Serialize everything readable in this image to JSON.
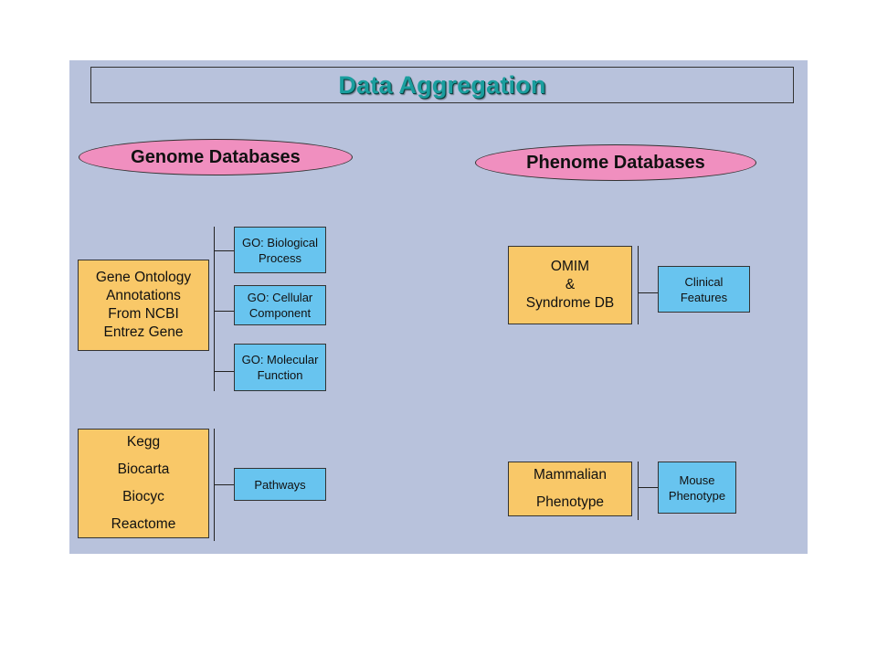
{
  "title": "Data Aggregation",
  "genome": {
    "heading": "Genome Databases",
    "sources": [
      {
        "lines": [
          "Gene Ontology",
          "Annotations",
          "From NCBI",
          "Entrez Gene"
        ],
        "outputs": [
          {
            "lines": [
              "GO: Biological",
              "Process"
            ]
          },
          {
            "lines": [
              "GO: Cellular",
              "Component"
            ]
          },
          {
            "lines": [
              "GO: Molecular",
              "Function"
            ]
          }
        ]
      },
      {
        "lines": [
          "Kegg",
          "Biocarta",
          "Biocyc",
          "Reactome"
        ],
        "outputs": [
          {
            "lines": [
              "Pathways"
            ]
          }
        ]
      }
    ]
  },
  "phenome": {
    "heading": "Phenome Databases",
    "sources": [
      {
        "lines": [
          "OMIM",
          "&",
          "Syndrome DB"
        ],
        "outputs": [
          {
            "lines": [
              "Clinical",
              "Features"
            ]
          }
        ]
      },
      {
        "lines": [
          "Mammalian",
          "Phenotype"
        ],
        "outputs": [
          {
            "lines": [
              "Mouse",
              "Phenotype"
            ]
          }
        ]
      }
    ]
  },
  "colors": {
    "background": "#b8c2dc",
    "title": "#1a9e9e",
    "heading_ellipse": "#f08fbf",
    "source_box": "#f9c868",
    "output_box": "#68c4ef"
  }
}
